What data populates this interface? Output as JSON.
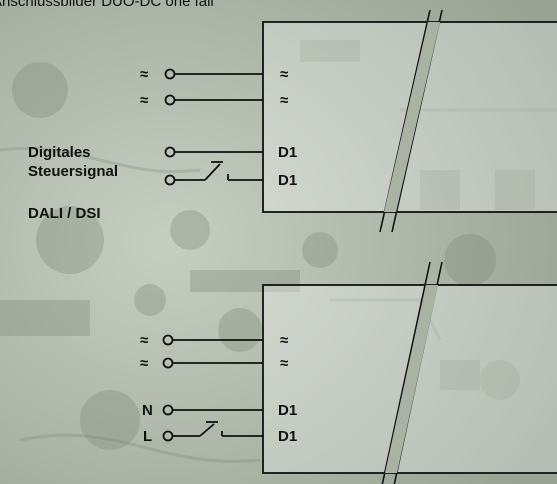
{
  "title": "Anschlussbilder DUO-DC one fail",
  "top_block": {
    "left_label_line1": "Digitales",
    "left_label_line2": "Steuersignal",
    "protocol": "DALI / DSI",
    "left_terms": [
      "≈",
      "≈"
    ],
    "right_terms": [
      "≈",
      "≈",
      "D1",
      "D1"
    ]
  },
  "bottom_block": {
    "left_terms": [
      "≈",
      "≈",
      "N",
      "L"
    ],
    "right_terms": [
      "≈",
      "≈",
      "D1",
      "D1"
    ]
  },
  "colors": {
    "background": "#a9b3a4",
    "line": "#111111",
    "box": "#ffffff"
  }
}
